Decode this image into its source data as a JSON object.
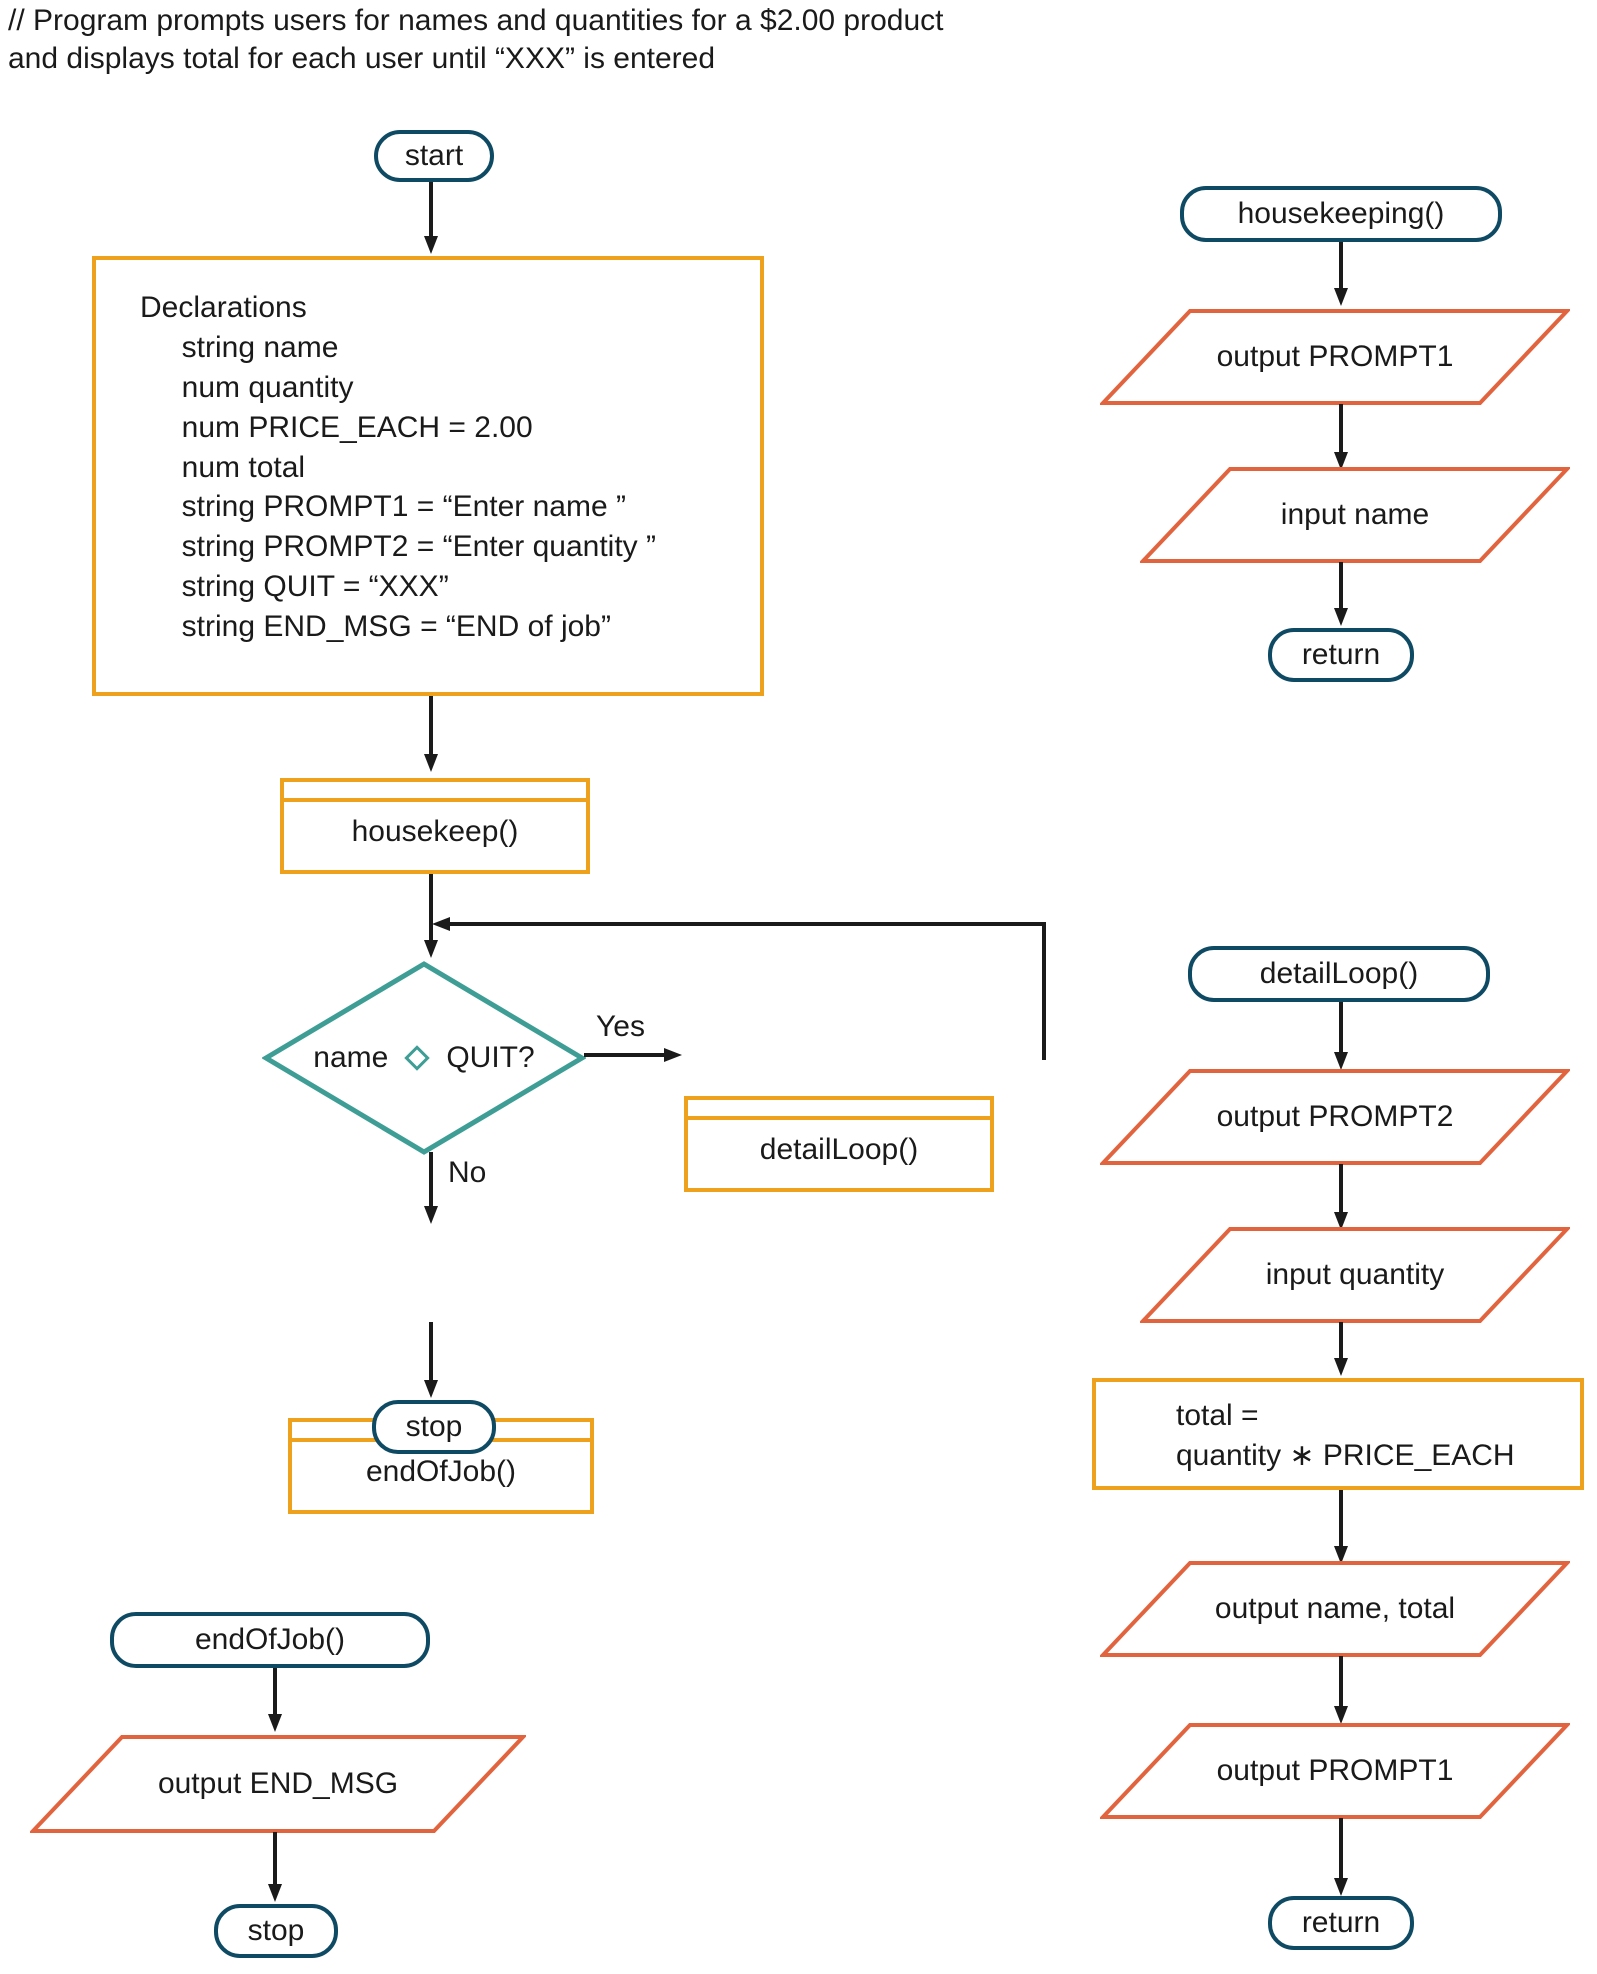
{
  "comment": "// Program prompts users for names and quantities for a $2.00 product\nand displays total for each user until  “XXX” is entered",
  "colors": {
    "terminal_border": "#0e4a63",
    "process_border": "#eda11c",
    "io_border": "#e2643f",
    "decision_border": "#3e9e96",
    "arrow": "#1a1a1a",
    "text": "#1a1a1a",
    "background": "#ffffff"
  },
  "main_program": {
    "start_terminal": "start",
    "declarations": "Declarations\n     string name\n     num quantity\n     num PRICE_EACH = 2.00\n     num total\n     string PROMPT1 = “Enter name ”\n     string PROMPT2 = “Enter quantity ”\n     string QUIT = “XXX”\n     string END_MSG = “END of job”",
    "declaration_lines": [
      "Declarations",
      "string name",
      "num quantity",
      "num PRICE_EACH = 2.00",
      "num total",
      "string PROMPT1 = “Enter name ”",
      "string PROMPT2 = “Enter quantity ”",
      "string QUIT = “XXX”",
      "string END_MSG = “END of job”"
    ],
    "housekeep_module": "housekeep()",
    "decision": {
      "left_operand": "name",
      "operator": "not-equal-diamond",
      "right_operand": "QUIT?",
      "yes_label": "Yes",
      "no_label": "No"
    },
    "detail_loop_module": "detailLoop()",
    "end_of_job_module": "endOfJob()",
    "stop_terminal": "stop"
  },
  "housekeeping_module": {
    "header_terminal": "housekeeping()",
    "steps": [
      "output PROMPT1",
      "input name"
    ],
    "return_terminal": "return"
  },
  "detail_loop_module": {
    "header_terminal": "detailLoop()",
    "output_prompt2": "output PROMPT2",
    "input_quantity": "input quantity",
    "calculation": "total =\nquantity ∗ PRICE_EACH",
    "output_name_total": "output name, total",
    "output_prompt1": "output PROMPT1",
    "return_terminal": "return"
  },
  "end_of_job_module": {
    "header_terminal": "endOfJob()",
    "output_end_msg": "output END_MSG",
    "stop_terminal": "stop"
  }
}
